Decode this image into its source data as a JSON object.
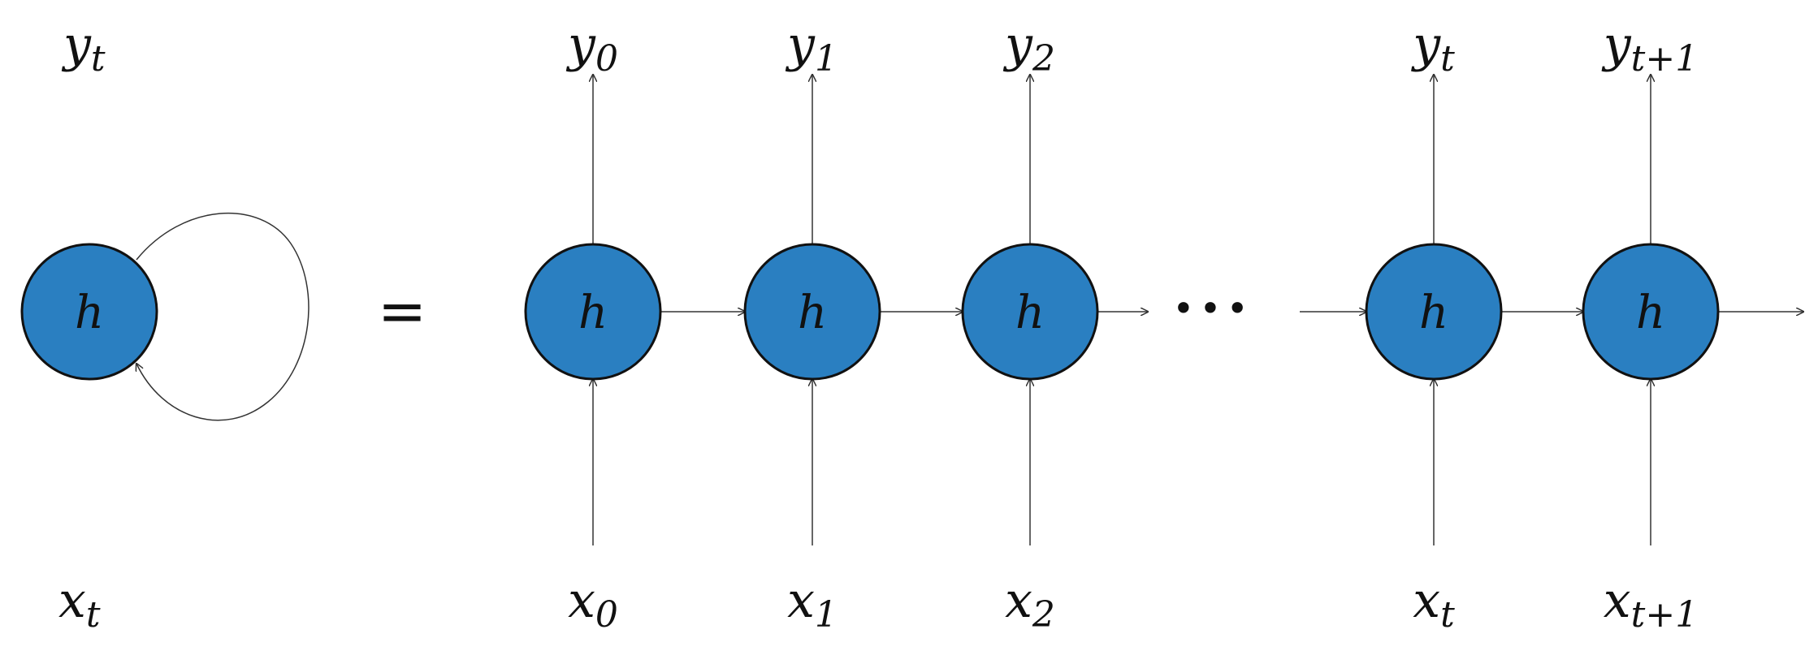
{
  "colors": {
    "node_fill": "#2a7fc1",
    "node_stroke": "#111111",
    "edge": "#333333",
    "text": "#111111"
  },
  "folded": {
    "node_label": "h",
    "output": {
      "base": "y",
      "sub": "t"
    },
    "input": {
      "base": "x",
      "sub": "t"
    }
  },
  "equals_sign": "=",
  "ellipsis": "•••",
  "unrolled_nodes": [
    {
      "label": "h",
      "output": {
        "base": "y",
        "sub": "0"
      },
      "input": {
        "base": "x",
        "sub": "0"
      }
    },
    {
      "label": "h",
      "output": {
        "base": "y",
        "sub": "1"
      },
      "input": {
        "base": "x",
        "sub": "1"
      }
    },
    {
      "label": "h",
      "output": {
        "base": "y",
        "sub": "2"
      },
      "input": {
        "base": "x",
        "sub": "2"
      }
    },
    {
      "label": "h",
      "output": {
        "base": "y",
        "sub": "t"
      },
      "input": {
        "base": "x",
        "sub": "t"
      }
    },
    {
      "label": "h",
      "output": {
        "base": "y",
        "sub": "t+1"
      },
      "input": {
        "base": "x",
        "sub": "t+1"
      }
    }
  ]
}
